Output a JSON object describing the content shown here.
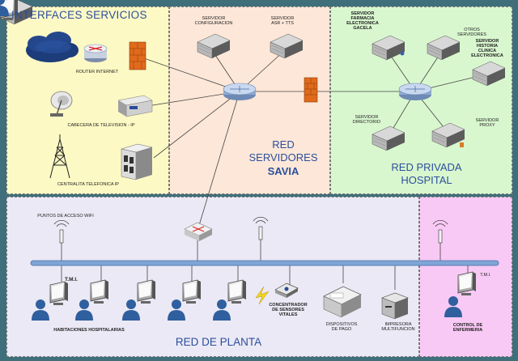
{
  "zones": {
    "interfaces": {
      "title": "INTERFACES SERVICIOS",
      "color": "#fdf9c4"
    },
    "servers": {
      "title_line1": "RED",
      "title_line2": "SERVIDORES",
      "title_line3": "SAVIA",
      "color": "#fde7d8"
    },
    "private": {
      "title_line1": "RED PRIVADA",
      "title_line2": "HOSPITAL",
      "color": "#d9f7cf"
    },
    "plant": {
      "title": "RED DE PLANTA",
      "color": "#ebe9f5"
    },
    "nursing": {
      "color": "#f9c9f5"
    }
  },
  "labels": {
    "router_internet": "ROUTER INTERNET",
    "tv_head": "CABECERA DE TELEVISION - IP",
    "pbx": "CENTRALITA TELEFONICA IP",
    "srv_config": "SERVIDOR\nCONFIGURACION",
    "srv_asr": "SERVIDOR\nASR + TTS",
    "srv_pharmacy": "SERVIDOR\nFARMACIA\nELECTRONICA\nGACELA",
    "srv_others": "OTROS\nSERVIDORES",
    "srv_history": "SERVIDOR\nHISTORIA\nCLINICA\nELECTRONICA",
    "srv_directory": "SERVIDOR\nDIRECTORIO",
    "srv_proxy": "SERVIDOR\nPROXY",
    "wifi": "PUNTOS DE ACCESO WIFI",
    "tmi_left": "T.M.I.",
    "tmi_right": "T.M.I.",
    "rooms": "HABITACIONES HOSPITALARIAS",
    "concentrator": "CONCENTRADOR\nDE SENSORES\nVITALES",
    "payment": "DISPOSITIVOS\nDE PAGO",
    "printer": "IMPRESORA\nMULTIFUNCION",
    "nursing": "CONTROL DE\nENFERMERIA"
  },
  "colors": {
    "title_blue": "#2c4f9c",
    "bus_blue": "#7fa4d6",
    "hub_blue": "#a9c3e8",
    "firewall": "#e06a1c",
    "person": "#2f5f9e"
  }
}
